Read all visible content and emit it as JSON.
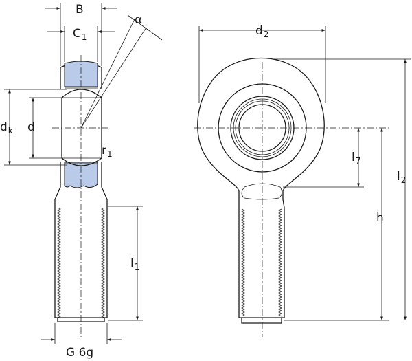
{
  "colors": {
    "line": "#1a1a1a",
    "bearing_fill": "#b9cbe8",
    "background": "#ffffff"
  },
  "labels": {
    "B": "B",
    "C": "C",
    "C_sub": "1",
    "alpha": "α",
    "d2": "d",
    "d2_sub": "2",
    "dk": "d",
    "dk_sub": "k",
    "d": "d",
    "r": "r",
    "r_sub": "1",
    "l7": "l",
    "l7_sub": "7",
    "h": "h",
    "l2": "l",
    "l2_sub": "2",
    "l1": "l",
    "l1_sub": "1",
    "thread": "G 6g"
  }
}
